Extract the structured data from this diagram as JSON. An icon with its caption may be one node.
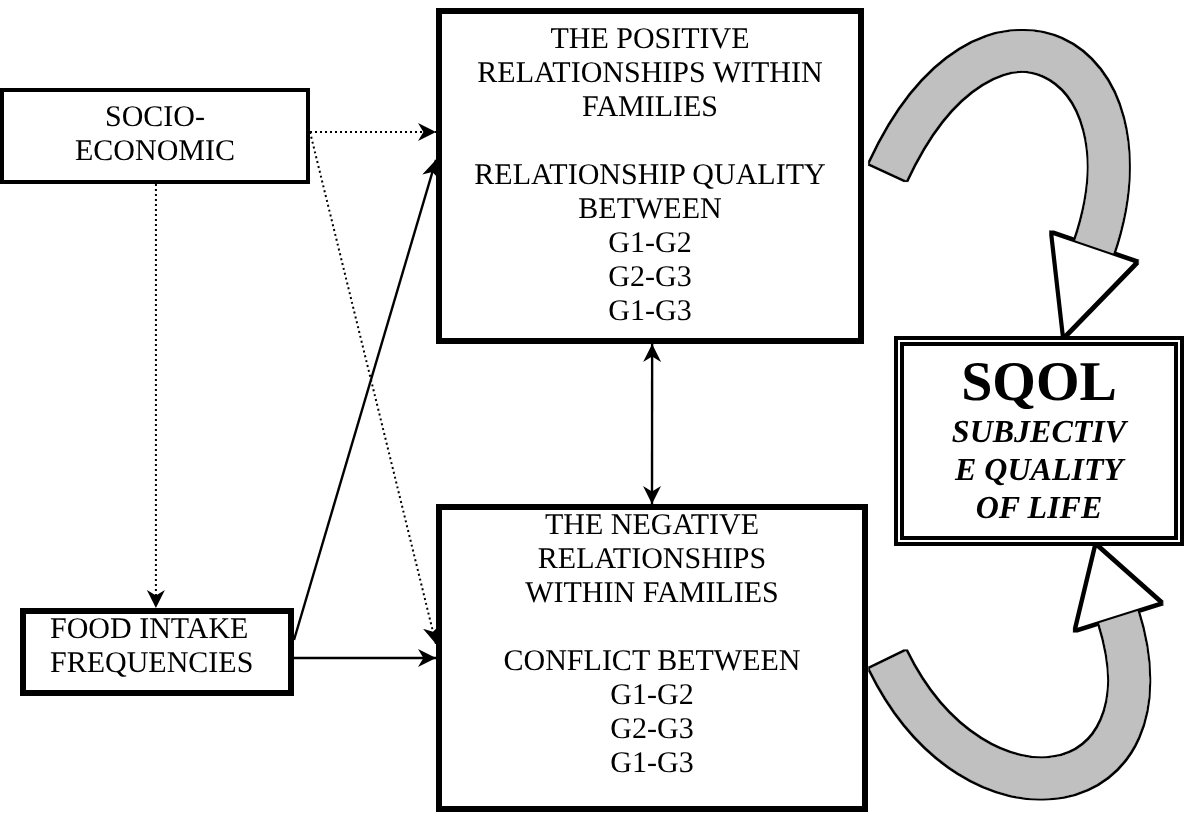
{
  "diagram": {
    "nodes": [
      {
        "text": [
          "SOCIO- ECONOMIC"
        ]
      },
      {
        "text": [
          "FOOD INTAKE FREQUENCIES"
        ]
      },
      {
        "text": [
          "THE POSITIVE RELATIONSHIPS WITHIN FAMILIES",
          "RELATIONSHIP QUALITY BETWEEN",
          "G1-G2",
          "G2-G3",
          "G1-G3"
        ]
      },
      {
        "text": [
          "THE NEGATIVE RELATIONSHIPS WITHIN FAMILIES",
          "CONFLICT BETWEEN",
          "G1-G2",
          "G2-G3",
          "G1-G3"
        ]
      },
      {
        "text": [
          "SQOL",
          "SUBJECTIV E QUALITY OF LIFE"
        ]
      }
    ],
    "edges": [
      {
        "from": 0,
        "to": 2,
        "arrow": "to",
        "style": "dashed"
      },
      {
        "from": 0,
        "to": 3,
        "arrow": "to",
        "style": "dashed"
      },
      {
        "from": 0,
        "to": 1,
        "arrow": "to",
        "style": "dashed"
      },
      {
        "from": 1,
        "to": 2,
        "arrow": "to"
      },
      {
        "from": 1,
        "to": 3,
        "arrow": "to"
      },
      {
        "from": 2,
        "to": 3,
        "arrow": "both"
      },
      {
        "from": 2,
        "to": 4,
        "arrow": "to",
        "style": "thick",
        "color": "#c0c0c0"
      },
      {
        "from": 3,
        "to": 4,
        "arrow": "to",
        "style": "thick",
        "color": "#c0c0c0"
      }
    ]
  }
}
